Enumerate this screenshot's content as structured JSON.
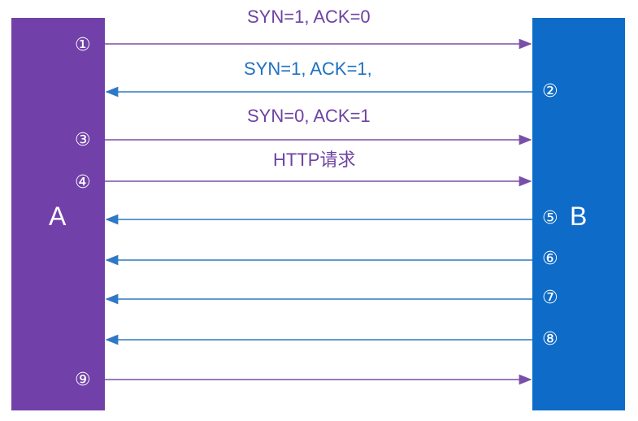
{
  "colors": {
    "host_a_fill": "#7140a8",
    "host_b_fill": "#0e6bc8",
    "purple_arrow": "#7a4fa8",
    "blue_arrow": "#2f78c4",
    "purple_text": "#6e42a2",
    "blue_text": "#1f70c1"
  },
  "hosts": {
    "a": "A",
    "b": "B"
  },
  "labels": {
    "syn": "SYN=1, ACK=0",
    "syn_ack": "SYN=1, ACK=1,",
    "ack": "SYN=0, ACK=1",
    "http": "HTTP请求"
  },
  "steps": [
    {
      "num": "①",
      "direction": "A-to-B"
    },
    {
      "num": "②",
      "direction": "B-to-A"
    },
    {
      "num": "③",
      "direction": "A-to-B"
    },
    {
      "num": "④",
      "direction": "A-to-B"
    },
    {
      "num": "⑤",
      "direction": "B-to-A"
    },
    {
      "num": "⑥",
      "direction": "B-to-A"
    },
    {
      "num": "⑦",
      "direction": "B-to-A"
    },
    {
      "num": "⑧",
      "direction": "B-to-A"
    },
    {
      "num": "⑨",
      "direction": "A-to-B"
    }
  ]
}
